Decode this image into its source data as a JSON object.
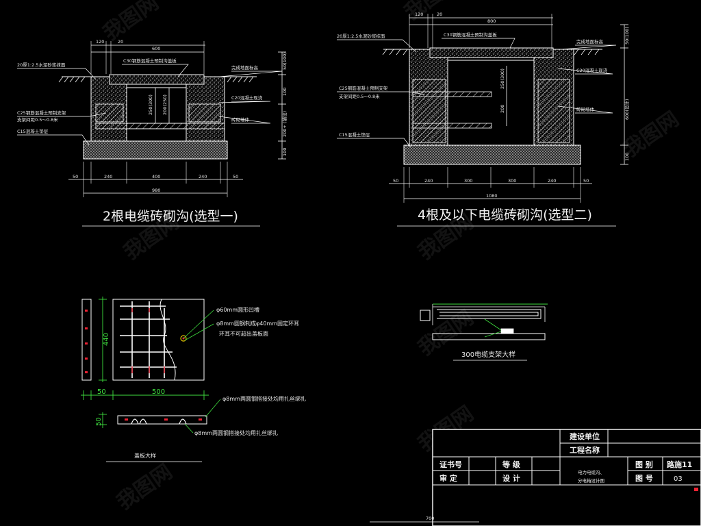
{
  "section1": {
    "title": "2根电缆砖砌沟(选型一)",
    "labels": {
      "mortar": "20厚1:2.5水泥砂浆抹面",
      "cover": "C30钢筋混凝土预制沟盖板",
      "ground": "完成地面标高",
      "bracket": "C25钢筋混凝土预制支架",
      "bracket_spacing": "支架间距0.5～0.8米",
      "beam": "C20混凝土现浇",
      "brick": "砖砌墙体",
      "cushion": "C15混凝土垫层"
    },
    "dims": {
      "top_wall": "120",
      "top_gap": "20",
      "top_width": "600",
      "d1": "50",
      "d2": "240",
      "d3": "400",
      "d4": "240",
      "d5": "50",
      "total": "980",
      "v1": "50(100)",
      "v2": "100",
      "v3": "200+ (铺设)",
      "v4": "100",
      "inner_a": "250(300)",
      "inner_b": "200(250)"
    }
  },
  "section2": {
    "title": "4根及以下电缆砖砌沟(选型二)",
    "labels": {
      "mortar": "20厚1:2.5水泥砂浆抹面",
      "cover": "C30钢筋混凝土预制沟盖板",
      "ground": "完成地面标高",
      "bracket": "C25钢筋混凝土预制支架",
      "bracket_spacing": "支架间距0.5～0.8米",
      "beam": "C20混凝土现浇",
      "brick": "砖砌墙体",
      "cushion": "C15混凝土垫层"
    },
    "dims": {
      "top_wall": "120",
      "top_gap": "20",
      "top_width": "800",
      "d1": "50",
      "d2": "240",
      "d3": "300",
      "d4": "300",
      "d5": "240",
      "d6": "50",
      "total": "1080",
      "v1": "50(100)",
      "v2": "600(设计)",
      "v3": "100",
      "inner_a": "250(300)",
      "inner_b": "200"
    }
  },
  "cover_detail": {
    "title": "盖板大样",
    "height": "440",
    "width": "500",
    "side_w": "50",
    "side_h": "50",
    "note1": "φ60mm圆形凹槽",
    "note2": "φ8mm圆钢制成φ40mm固定环耳",
    "note3": "环耳不可超出盖板面",
    "note4": "φ8mm两圆钢搭接处均用扎丝绑扎",
    "note5": "φ8mm两圆钢搭接处均用扎丝绑扎"
  },
  "bracket_detail": {
    "title": "300电缆支架大样"
  },
  "title_block": {
    "build_unit": "建设单位",
    "project_name": "工程名称",
    "cert_no": "证书号",
    "grade": "等 级",
    "review": "审 定",
    "design": "设 计",
    "drawing_name_1": "电力电缆沟、",
    "drawing_name_2": "分电箱设计图",
    "category_label": "图 别",
    "category_value": "路施11",
    "number_label": "图 号",
    "number_value": "03"
  },
  "bottom_dim": "700",
  "colors": {
    "background": "#000000",
    "lines": "#ffffff",
    "dims": "#3fe03f"
  }
}
